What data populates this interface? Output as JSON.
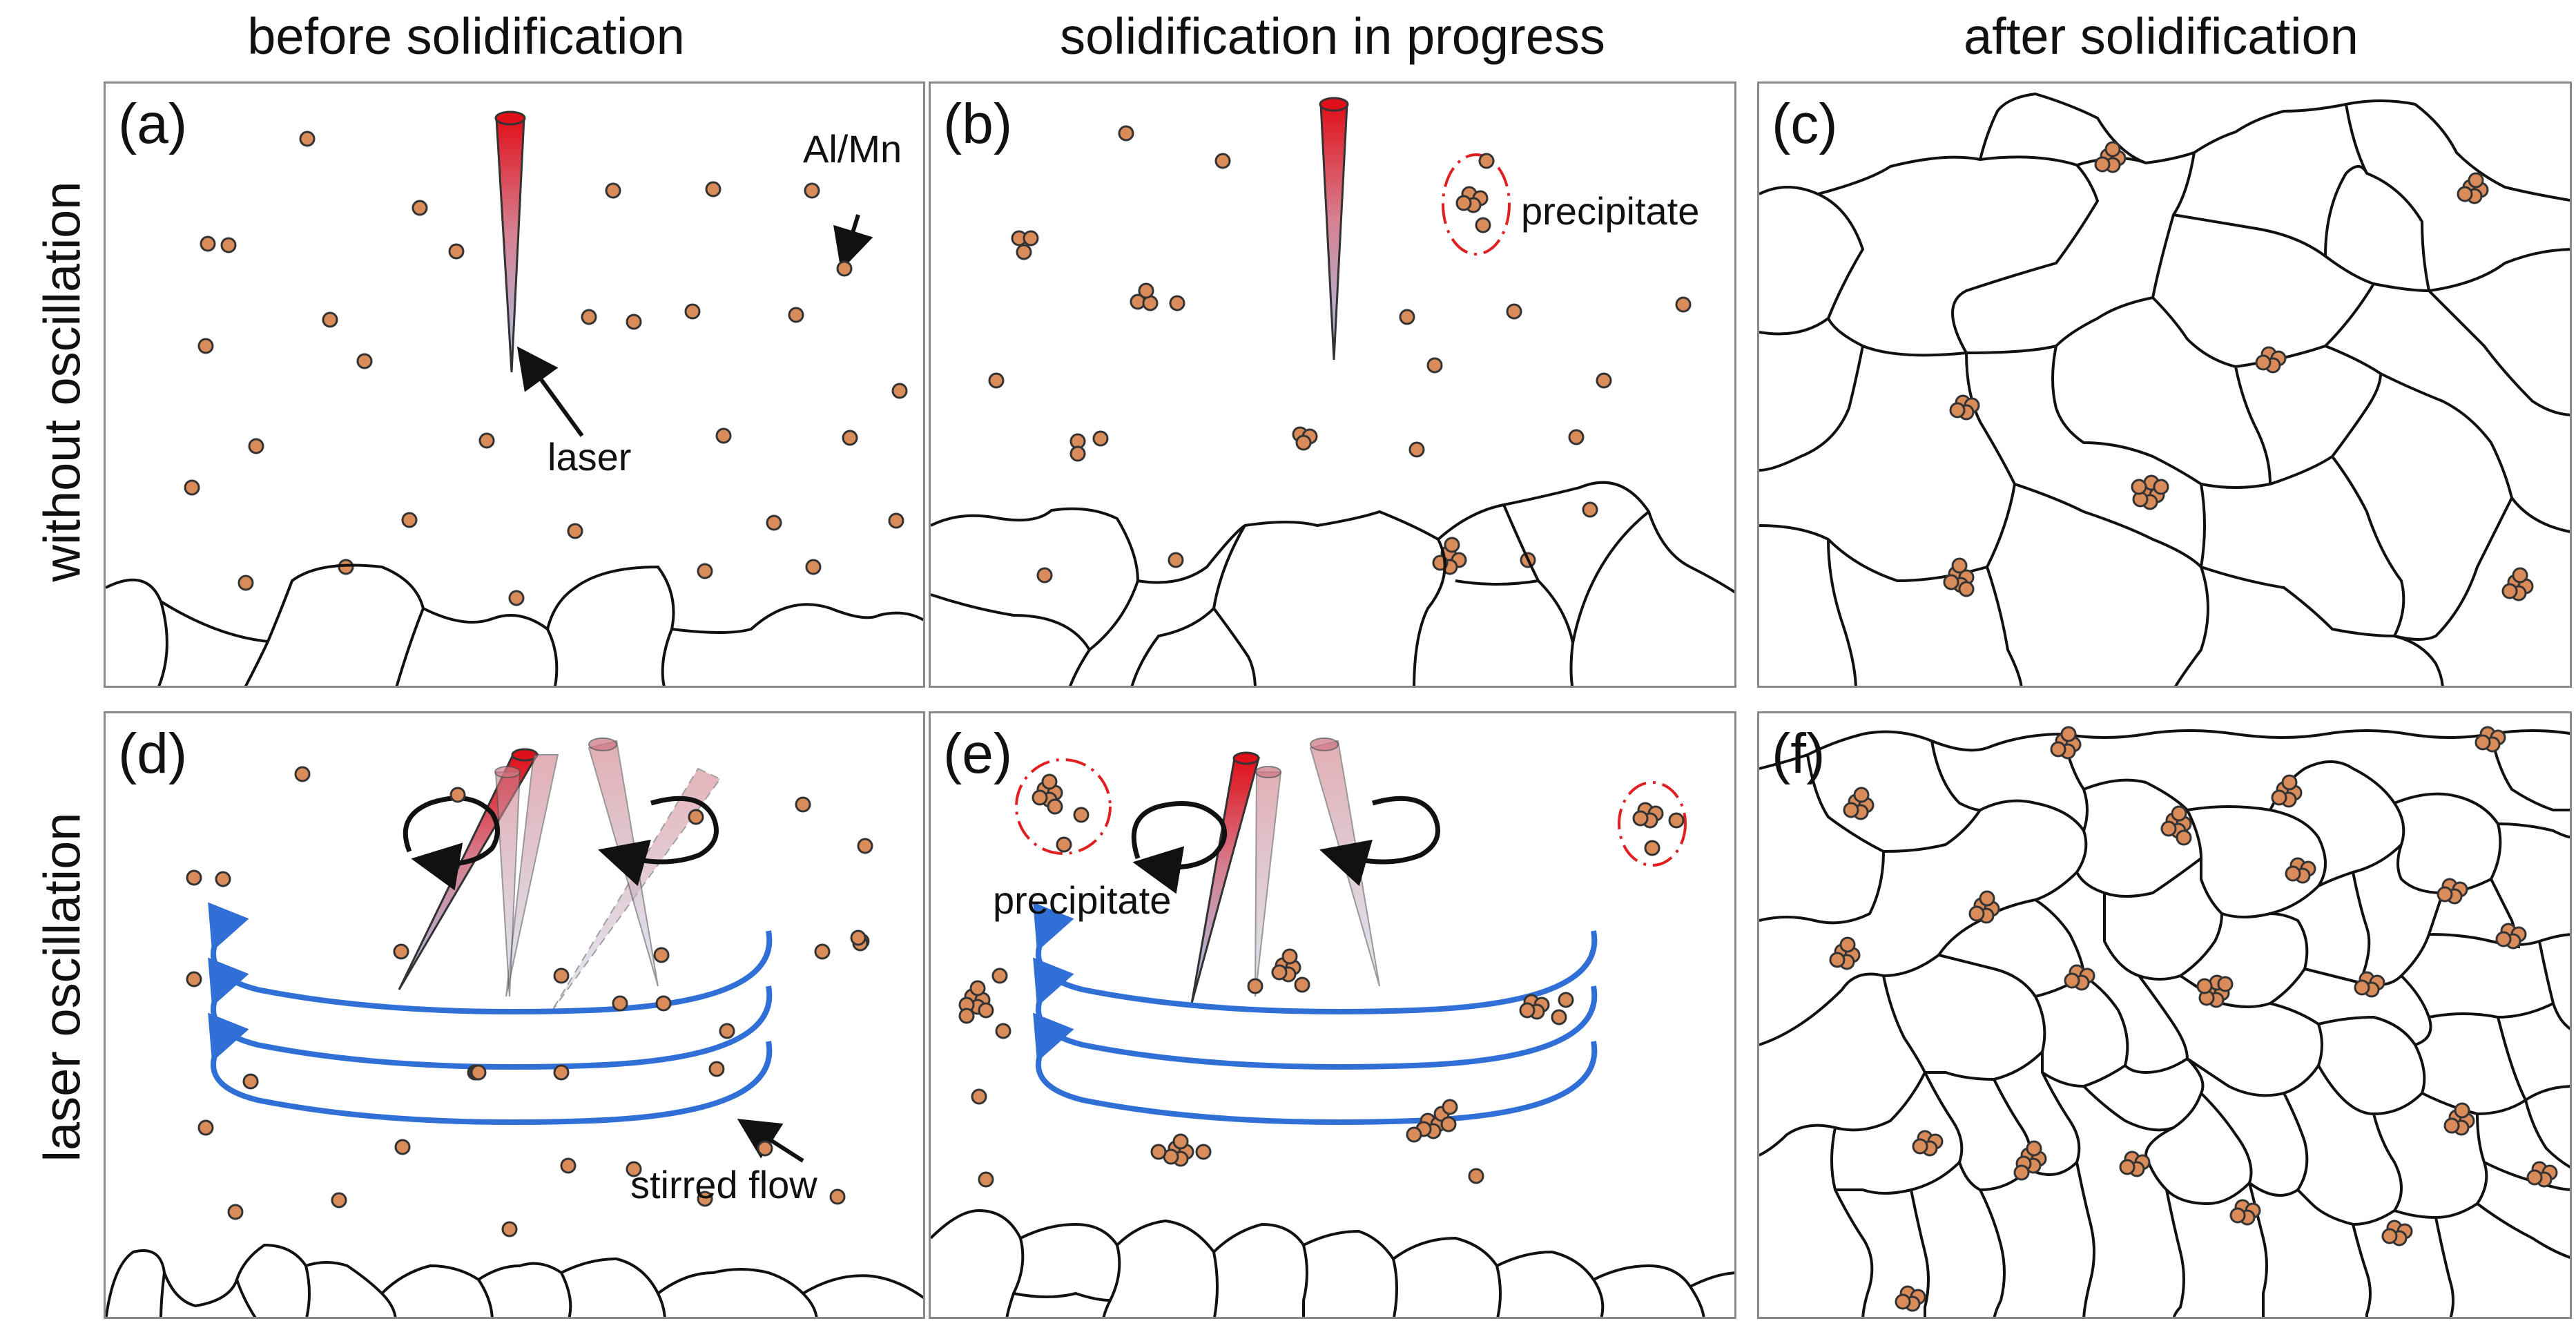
{
  "columns": [
    "before solidification",
    "solidification in progress",
    "after solidification"
  ],
  "rows": [
    "without oscillation",
    "laser oscillation"
  ],
  "panels": {
    "a": "(a)",
    "b": "(b)",
    "c": "(c)",
    "d": "(d)",
    "e": "(e)",
    "f": "(f)"
  },
  "annotations": {
    "almn": "Al/Mn",
    "laser": "laser",
    "precipitate": "precipitate",
    "stirred_flow": "stirred flow"
  },
  "colors": {
    "particle": "#d98b5a",
    "laser_top": "#e0101a",
    "laser_bottom": "#a9c6ec",
    "flow_arrow": "#2f6fd6",
    "precipitate_ring": "#e02020",
    "panel_border": "#8a8a8a"
  }
}
